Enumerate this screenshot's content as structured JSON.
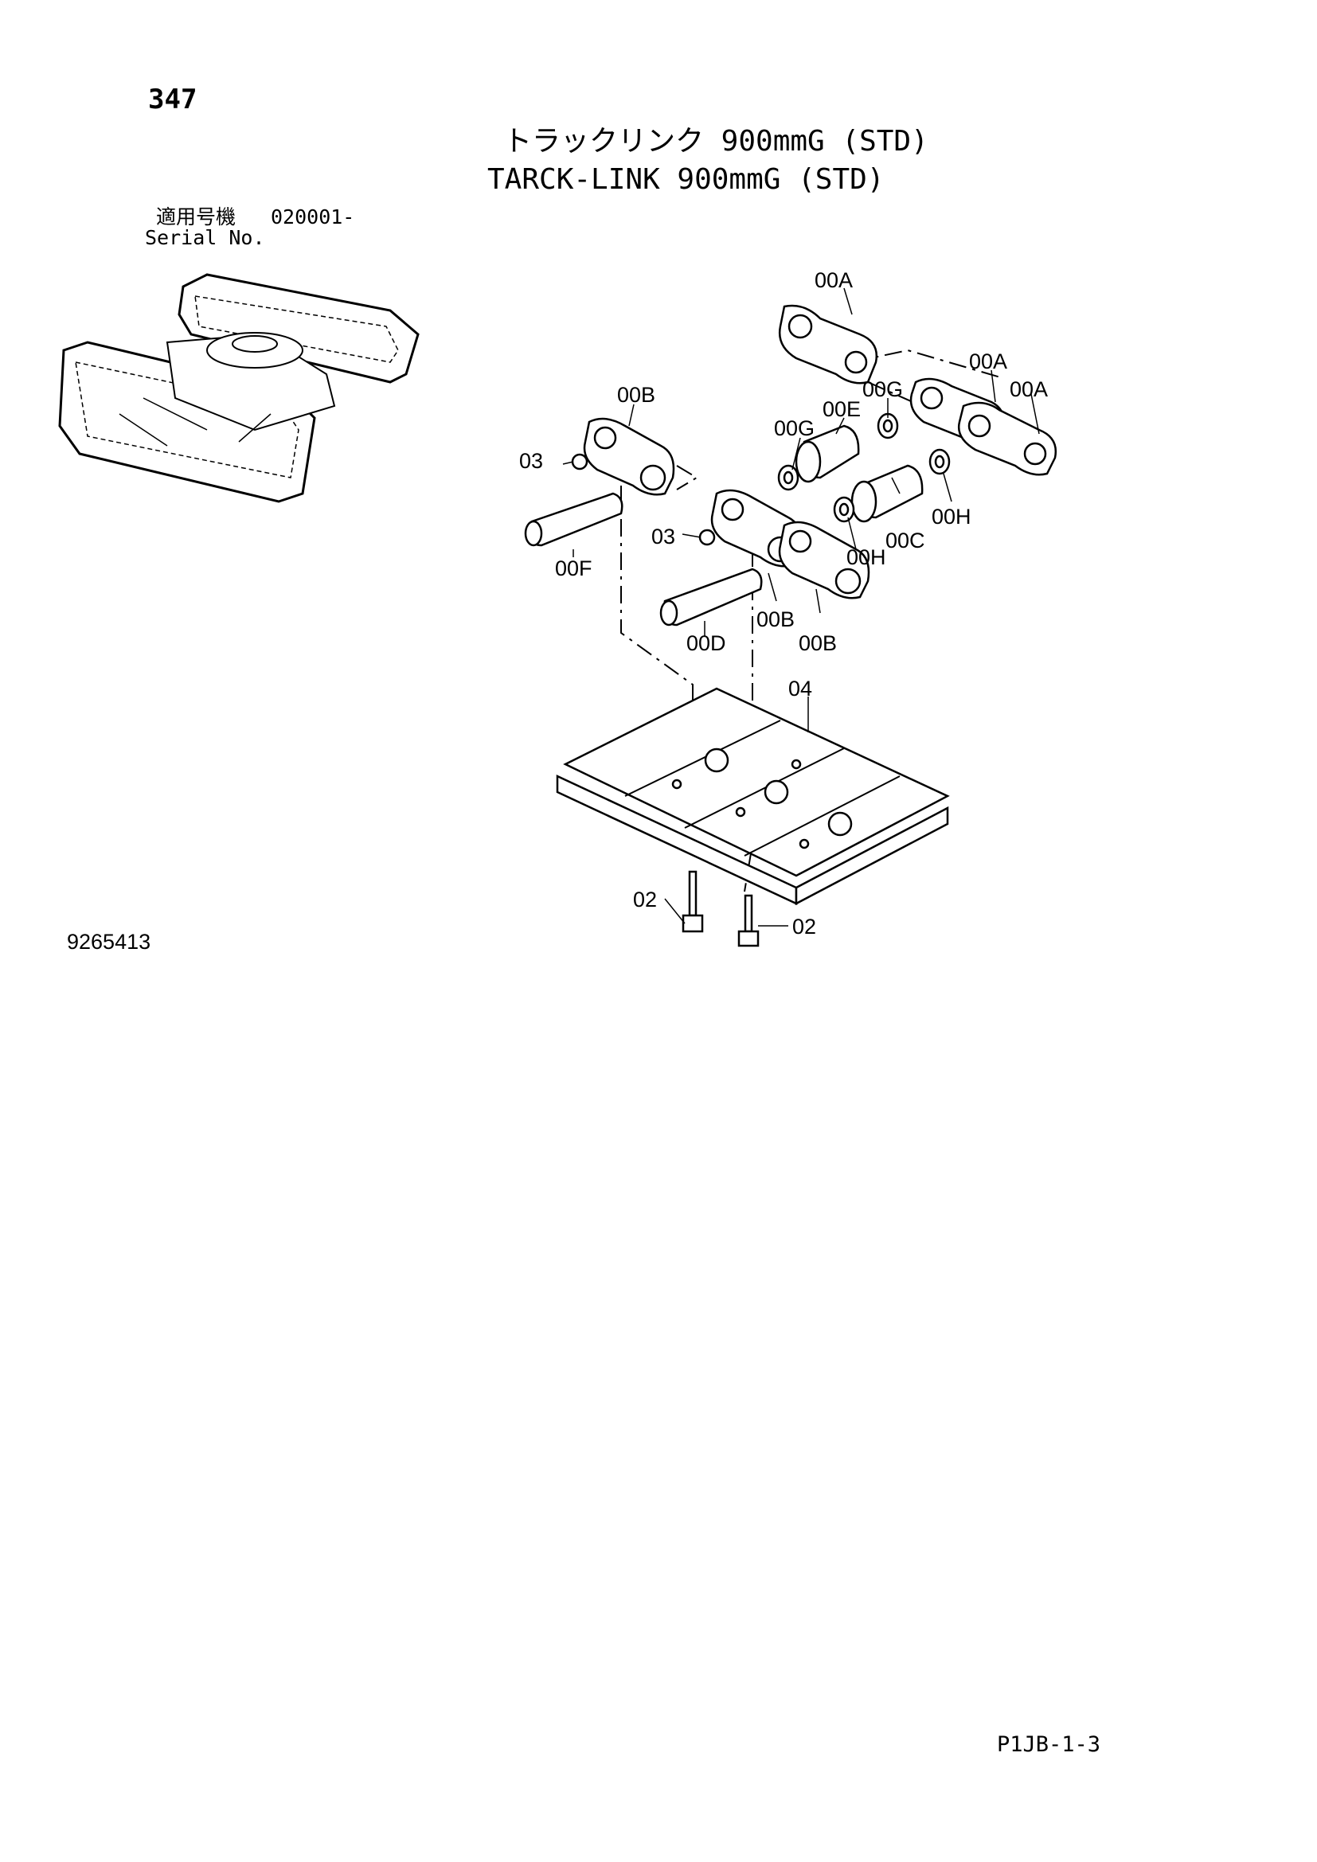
{
  "header": {
    "page_number": "347",
    "title_jp": "トラックリンク 900mmG (STD)",
    "title_en": "TARCK-LINK 900mmG (STD)"
  },
  "serial": {
    "label_jp": "適用号機",
    "value": "020001-",
    "label_en": "Serial No."
  },
  "footer": {
    "drawing_number": "9265413",
    "page_code": "P1JB-1-3"
  },
  "callouts": [
    {
      "id": "00A",
      "text": "00A"
    },
    {
      "id": "00A",
      "text": "00A"
    },
    {
      "id": "00A",
      "text": "00A"
    },
    {
      "id": "00B",
      "text": "00B"
    },
    {
      "id": "00B",
      "text": "00B"
    },
    {
      "id": "00B",
      "text": "00B"
    },
    {
      "id": "00C",
      "text": "00C"
    },
    {
      "id": "00D",
      "text": "00D"
    },
    {
      "id": "00E",
      "text": "00E"
    },
    {
      "id": "00F",
      "text": "00F"
    },
    {
      "id": "00G",
      "text": "00G"
    },
    {
      "id": "00G",
      "text": "00G"
    },
    {
      "id": "00H",
      "text": "00H"
    },
    {
      "id": "00H",
      "text": "00H"
    },
    {
      "id": "02",
      "text": "02"
    },
    {
      "id": "02",
      "text": "02"
    },
    {
      "id": "03",
      "text": "03"
    },
    {
      "id": "03",
      "text": "03"
    },
    {
      "id": "04",
      "text": "04"
    }
  ]
}
